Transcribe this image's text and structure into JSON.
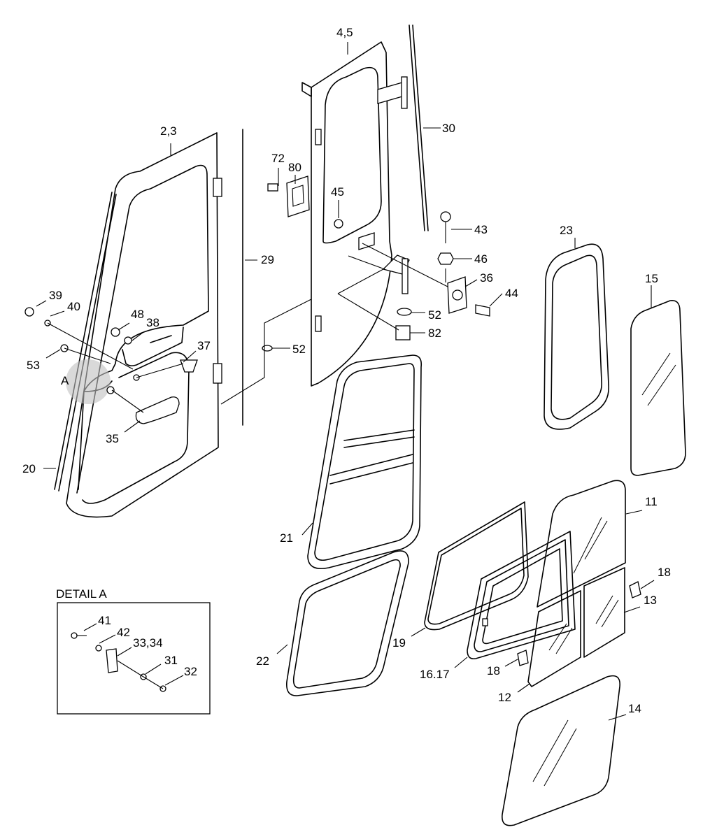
{
  "labels": {
    "p45_top": "4,5",
    "p30": "30",
    "p23_top": "2,3",
    "p72": "72",
    "p80": "80",
    "p45": "45",
    "p43": "43",
    "p23": "23",
    "p46": "46",
    "p29": "29",
    "p36": "36",
    "p15": "15",
    "p44": "44",
    "p39": "39",
    "p40": "40",
    "p48": "48",
    "p52a": "52",
    "p38": "38",
    "p37": "37",
    "p82": "82",
    "p52b": "52",
    "p53": "53",
    "pA": "A",
    "p35": "35",
    "p20": "20",
    "p11": "11",
    "p21": "21",
    "p18a": "18",
    "p13": "13",
    "p41": "41",
    "p42": "42",
    "p3334": "33,34",
    "p31": "31",
    "p32": "32",
    "p22": "22",
    "p19": "19",
    "p1617": "16.17",
    "p18b": "18",
    "p12": "12",
    "p14": "14"
  },
  "detail": {
    "title": "DETAIL A"
  }
}
